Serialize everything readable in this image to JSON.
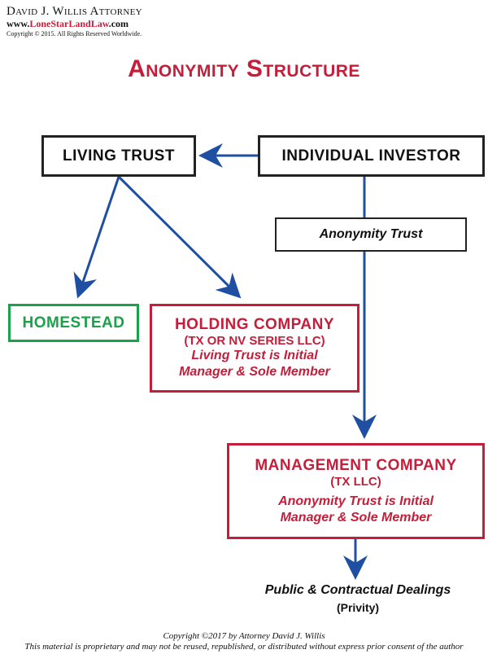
{
  "header": {
    "name": "David J. Willis Attorney",
    "url_prefix": "www.",
    "url_main": "LoneStarLandLaw",
    "url_suffix": ".com",
    "copyright": "Copyright © 2015. All Rights Reserved Worldwide."
  },
  "title": "Anonymity Structure",
  "nodes": {
    "living_trust": "LIVING TRUST",
    "individual_investor": "INDIVIDUAL INVESTOR",
    "anonymity_trust": "Anonymity Trust",
    "homestead": "HOMESTEAD",
    "holding_company": {
      "title": "HOLDING COMPANY",
      "subtitle": "(TX OR NV SERIES LLC)",
      "note_line1": "Living Trust is Initial",
      "note_line2": "Manager & Sole Member"
    },
    "management_company": {
      "title": "MANAGEMENT COMPANY",
      "subtitle": "(TX LLC)",
      "note_line1": "Anonymity Trust is Initial",
      "note_line2": "Manager & Sole Member"
    }
  },
  "outcome": {
    "label": "Public & Contractual Dealings",
    "sublabel": "(Privity)"
  },
  "footer": {
    "line1": "Copyright ©2017 by Attorney David J. Willis",
    "line2": "This material is proprietary and may not be reused, republished, or distributed without express prior consent of the author"
  },
  "colors": {
    "red": "#c41e3a",
    "green": "#1aa14a",
    "arrow_blue": "#1f4fa3",
    "black": "#222222"
  }
}
